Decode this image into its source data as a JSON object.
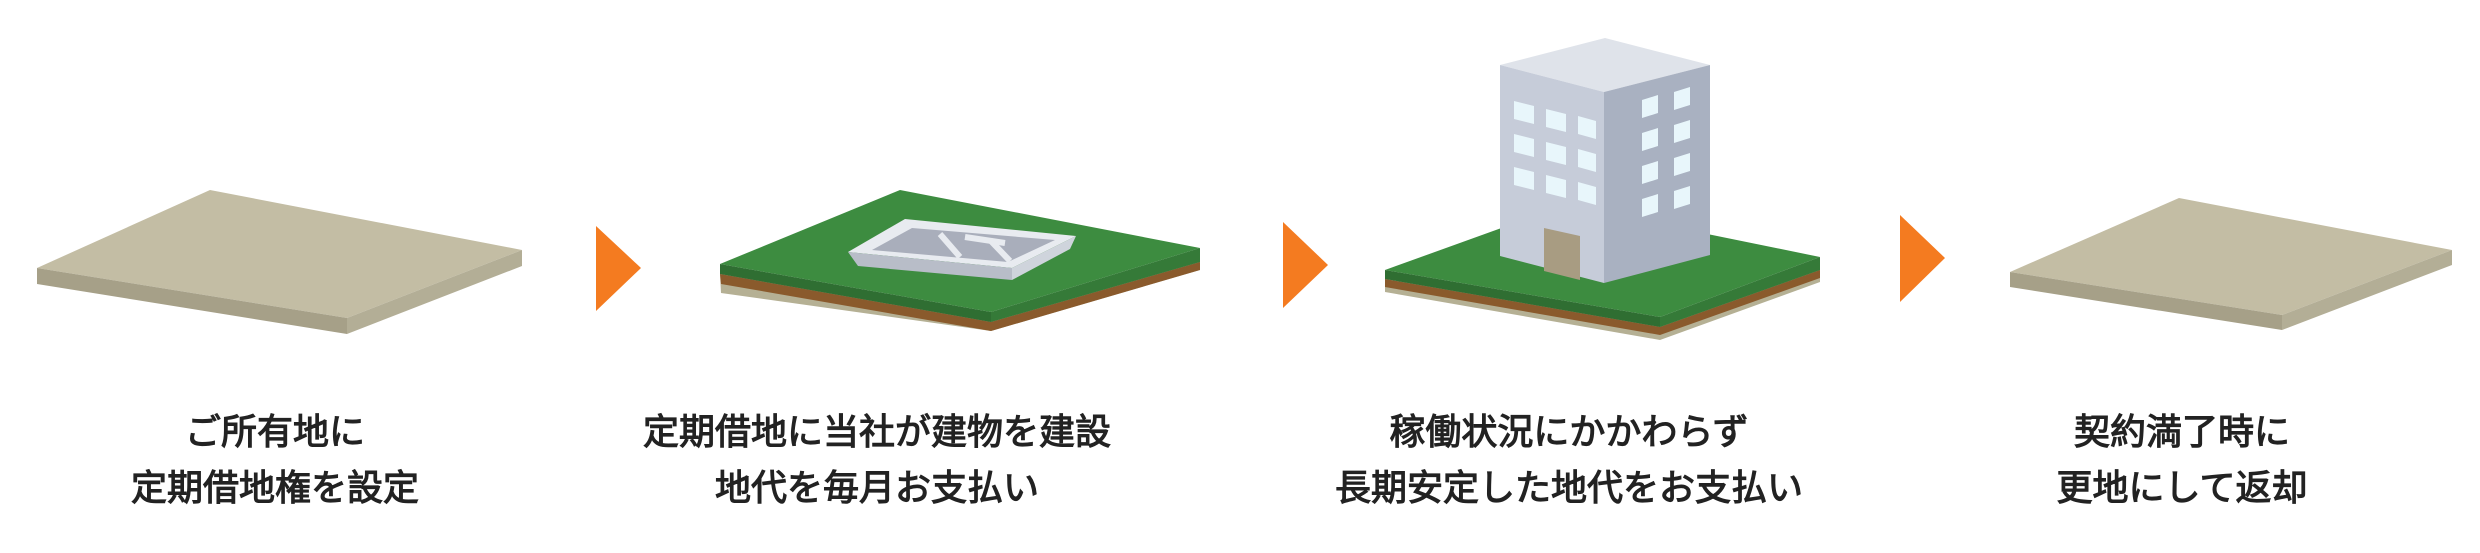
{
  "steps": [
    {
      "line1": "ご所有地に",
      "line2": "定期借地権を設定"
    },
    {
      "line1": "定期借地に当社が建物を建設",
      "line2": "地代を毎月お支払い"
    },
    {
      "line1": "稼働状況にかかわらず",
      "line2": "長期安定した地代をお支払い"
    },
    {
      "line1": "契約満了時に",
      "line2": "更地にして返却"
    }
  ],
  "colors": {
    "arrow": "#f47b20",
    "bare_land_top": "#c3bda4",
    "lawn": "#3d8c40",
    "soil": "#8a5a2c",
    "building": "#c6ccd9",
    "window": "#e8f6fb"
  }
}
